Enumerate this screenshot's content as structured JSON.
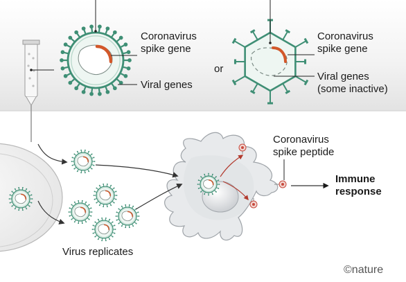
{
  "top_panel": {
    "left_virus": {
      "spike_gene_label_line1": "Coronavirus",
      "spike_gene_label_line2": "spike gene",
      "viral_genes_label": "Viral genes"
    },
    "or_label": "or",
    "right_virus": {
      "spike_gene_label_line1": "Coronavirus",
      "spike_gene_label_line2": "spike gene",
      "viral_genes_label_line1": "Viral genes",
      "viral_genes_label_line2": "(some inactive)"
    }
  },
  "bottom_panel": {
    "spike_peptide_label_line1": "Coronavirus",
    "spike_peptide_label_line2": "spike peptide",
    "immune_response_line1": "Immune",
    "immune_response_line2": "response",
    "virus_replicates_label": "Virus replicates"
  },
  "credit": "©nature",
  "colors": {
    "top_band": "#efefef",
    "virus_green": "#3f8f75",
    "virus_fill": "#eef6f2",
    "spike_gene": "#d2582a",
    "cell_fill": "#e6e8ea",
    "peptide": "#c94a3e"
  }
}
